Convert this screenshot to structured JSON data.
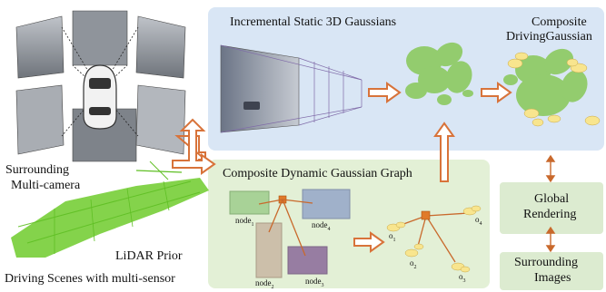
{
  "panels": {
    "static_title": "Incremental Static 3D Gaussians",
    "composite_title_line1": "Composite",
    "composite_title_line2": "DrivingGaussian",
    "dynamic_title": "Composite Dynamic Gaussian Graph",
    "global_line1": "Global",
    "global_line2": "Rendering",
    "images_line1": "Surrounding",
    "images_line2": "Images"
  },
  "left": {
    "camera_line1": "Surrounding",
    "camera_line2": "Multi-camera",
    "lidar_label": "LiDAR Prior",
    "caption": "Driving Scenes with multi-sensor"
  },
  "graph": {
    "nodes": [
      {
        "base": "node",
        "sub": "1"
      },
      {
        "base": "node",
        "sub": "4"
      },
      {
        "base": "node",
        "sub": "2"
      },
      {
        "base": "node",
        "sub": "3"
      }
    ],
    "objects": [
      {
        "base": "o",
        "sub": "1"
      },
      {
        "base": "o",
        "sub": "4"
      },
      {
        "base": "o",
        "sub": "2"
      },
      {
        "base": "o",
        "sub": "3"
      }
    ]
  },
  "colors": {
    "static_bg": "#d9e6f5",
    "dynamic_bg": "#e3f0d6",
    "box_bg": "#dcebd0",
    "arrow": "#d8733a",
    "gaussian_green": "#93cc6e",
    "gaussian_yellow": "#f8e58e",
    "lidar_green": "#5fbf24"
  }
}
